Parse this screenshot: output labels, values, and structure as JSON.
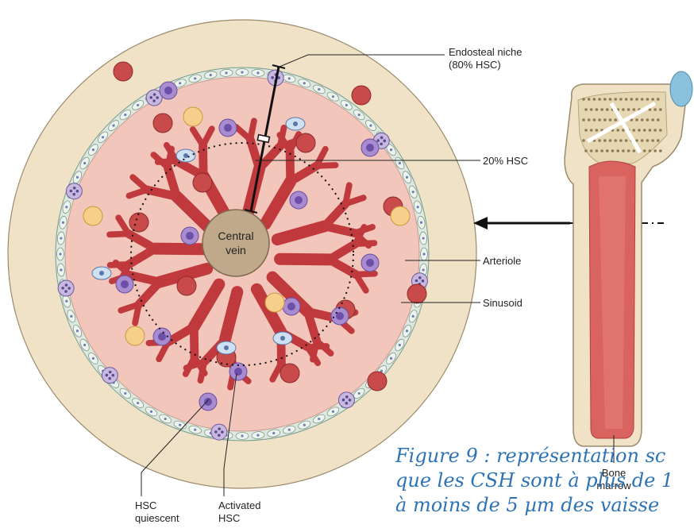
{
  "labels": {
    "endosteal_niche_line1": "Endosteal niche",
    "endosteal_niche_line2": "(80% HSC)",
    "hsc_20": "20% HSC",
    "arteriole": "Arteriole",
    "sinusoid": "Sinusoid",
    "central_vein_line1": "Central",
    "central_vein_line2": "vein",
    "bone_marrow_line1": "Bone",
    "bone_marrow_line2": "marrow",
    "hsc_quiescent_line1": "HSC",
    "hsc_quiescent_line2": "quiescent",
    "activated_hsc_line1": "Activated",
    "activated_hsc_line2": "HSC"
  },
  "caption": {
    "line1": "Figure 9 : représentation sc",
    "line2": "que les CSH sont à plus de 1",
    "line3": "à moins de 5 µm des vaisse"
  },
  "colors": {
    "bone_outer": "#efe2c6",
    "marrow_bg": "#f2c6bb",
    "vessel": "#c0393d",
    "central_vein": "#bfa98a",
    "caption_blue": "#2e74b5"
  }
}
